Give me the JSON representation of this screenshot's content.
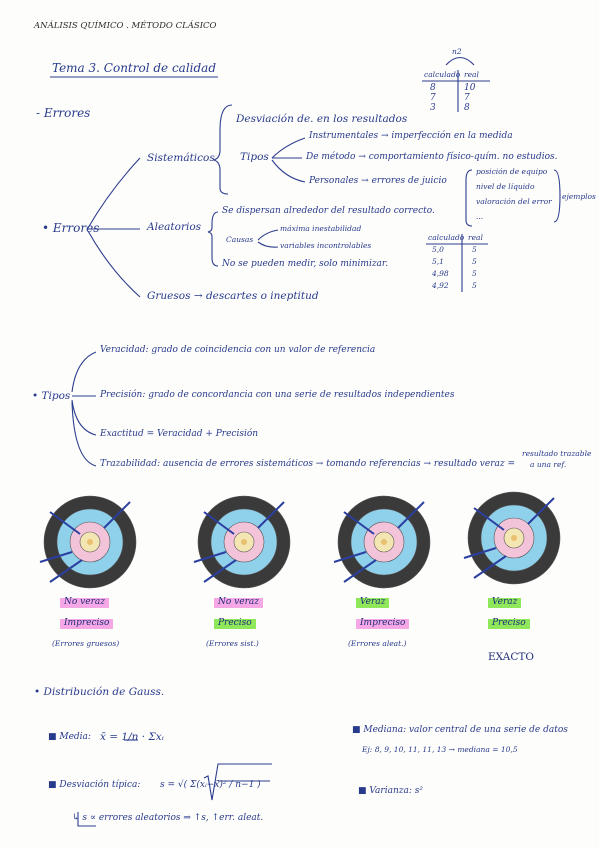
{
  "header": "ANÁLISIS QUÍMICO . MÉTODO CLÁSICO",
  "title": "Tema 3. Control de calidad",
  "errores_bullet": "- Errores",
  "errores_root": "• Errores",
  "sistematicos": "Sistemáticos",
  "sis_desviacion": "Desviación de. en los resultados",
  "sis_tipos": "Tipos",
  "tipo1": "Instrumentales → imperfección en la medida",
  "tipo2": "De método → comportamiento físico-quím. no estudios.",
  "tipo3": "Personales → errores de juicio",
  "personal_list": [
    "posición de equipo",
    "nivel de líquido",
    "valoración del error",
    "..."
  ],
  "ejemplos": "ejemplos",
  "aleatorios": "Aleatorios",
  "ale1": "Se dispersan alrededor del resultado correcto.",
  "ale_causas": "Causas",
  "ale_causa1": "máxima inestabilidad",
  "ale_causa2": "variables incontrolables",
  "ale3": "No se pueden medir, solo minimizar.",
  "groseros": "Gruesos → descartes o ineptitud",
  "table1": {
    "top": "n2",
    "headers": [
      "calculado",
      "real"
    ],
    "rows": [
      [
        "8",
        "10"
      ],
      [
        "7",
        "7"
      ],
      [
        "3",
        "8"
      ]
    ]
  },
  "table2": {
    "headers": [
      "calculado",
      "real"
    ],
    "rows": [
      [
        "5,0",
        "5"
      ],
      [
        "5,1",
        "5"
      ],
      [
        "4,98",
        "5"
      ],
      [
        "4,92",
        "5"
      ]
    ]
  },
  "tipos_label": "• Tipos",
  "veracidad": "Veracidad: grado de coincidencia con un valor de referencia",
  "precision": "Precisión: grado de concordancia con una serie de resultados independientes",
  "exactitud": "Exactitud = Veracidad + Precisión",
  "trazabilidad": "Trazabilidad: ausencia de errores sistemáticos → tomando referencias → resultado veraz =",
  "traz_note1": "resultado trazable",
  "traz_note2": "a una ref.",
  "targets": [
    {
      "l1": "No veraz",
      "l2": "Impreciso",
      "note": "(Errores gruesos)",
      "c1": "pink",
      "c2": "pink"
    },
    {
      "l1": "No veraz",
      "l2": "Preciso",
      "note": "(Errores sist.)",
      "c1": "pink",
      "c2": "green"
    },
    {
      "l1": "Veraz",
      "l2": "Impreciso",
      "note": "(Errores aleat.)",
      "c1": "green",
      "c2": "pink"
    },
    {
      "l1": "Veraz",
      "l2": "Preciso",
      "note": "EXACTO",
      "c1": "green",
      "c2": "green"
    }
  ],
  "gauss_title": "• Distribución de Gauss.",
  "media_label": "■ Media:",
  "media_formula": "x̄ = 1/n · Σxᵢ",
  "mediana": "■ Mediana: valor central de una serie de datos",
  "mediana_example": "Ej: 8, 9, 10, 11, 11, 13 → mediana = 10,5",
  "desv_label": "■ Desviación típica:",
  "desv_formula": "s = √( Σ(xᵢ−x̄)² / n−1 )",
  "varianza": "■ Varianza: s²",
  "footer_note": "↳ s ∝ errores aleatorios ⇒ ↑s, ↑err. aleat."
}
